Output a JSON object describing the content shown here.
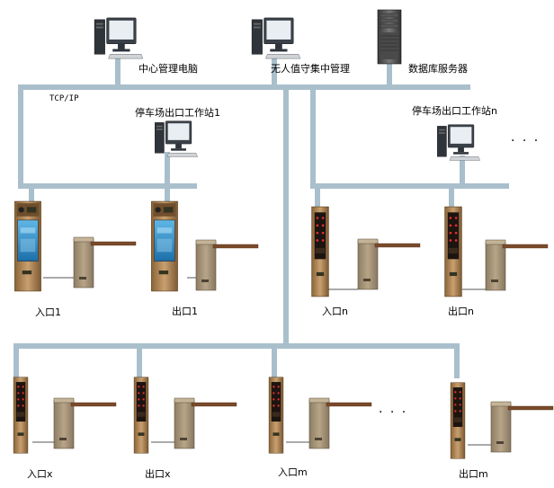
{
  "network": {
    "protocol_label": "TCP/IP"
  },
  "top_nodes": {
    "central_pc": "中心管理电脑",
    "unattended_pc": "无人值守集中管理",
    "db_server": "数据库服务器"
  },
  "workstations": {
    "ws1": "停车场出口工作站1",
    "wsn": "停车场出口工作站n",
    "more_dots": "· · ·"
  },
  "lanes_upper": {
    "entry1": "入口1",
    "exit1": "出口1",
    "entryn": "入口n",
    "exitn": "出口n"
  },
  "lanes_lower": {
    "entryx": "入口x",
    "exitx": "出口x",
    "entrym": "入口m",
    "exitm": "出口m",
    "more_dots": "· · ·"
  },
  "colors": {
    "network_line": "#a9bfcc",
    "kiosk_body": "#b58a5a",
    "barrier_body": "#a89678",
    "barrier_arm": "#7a4a2a",
    "monitor_dark": "#2a2f36"
  }
}
